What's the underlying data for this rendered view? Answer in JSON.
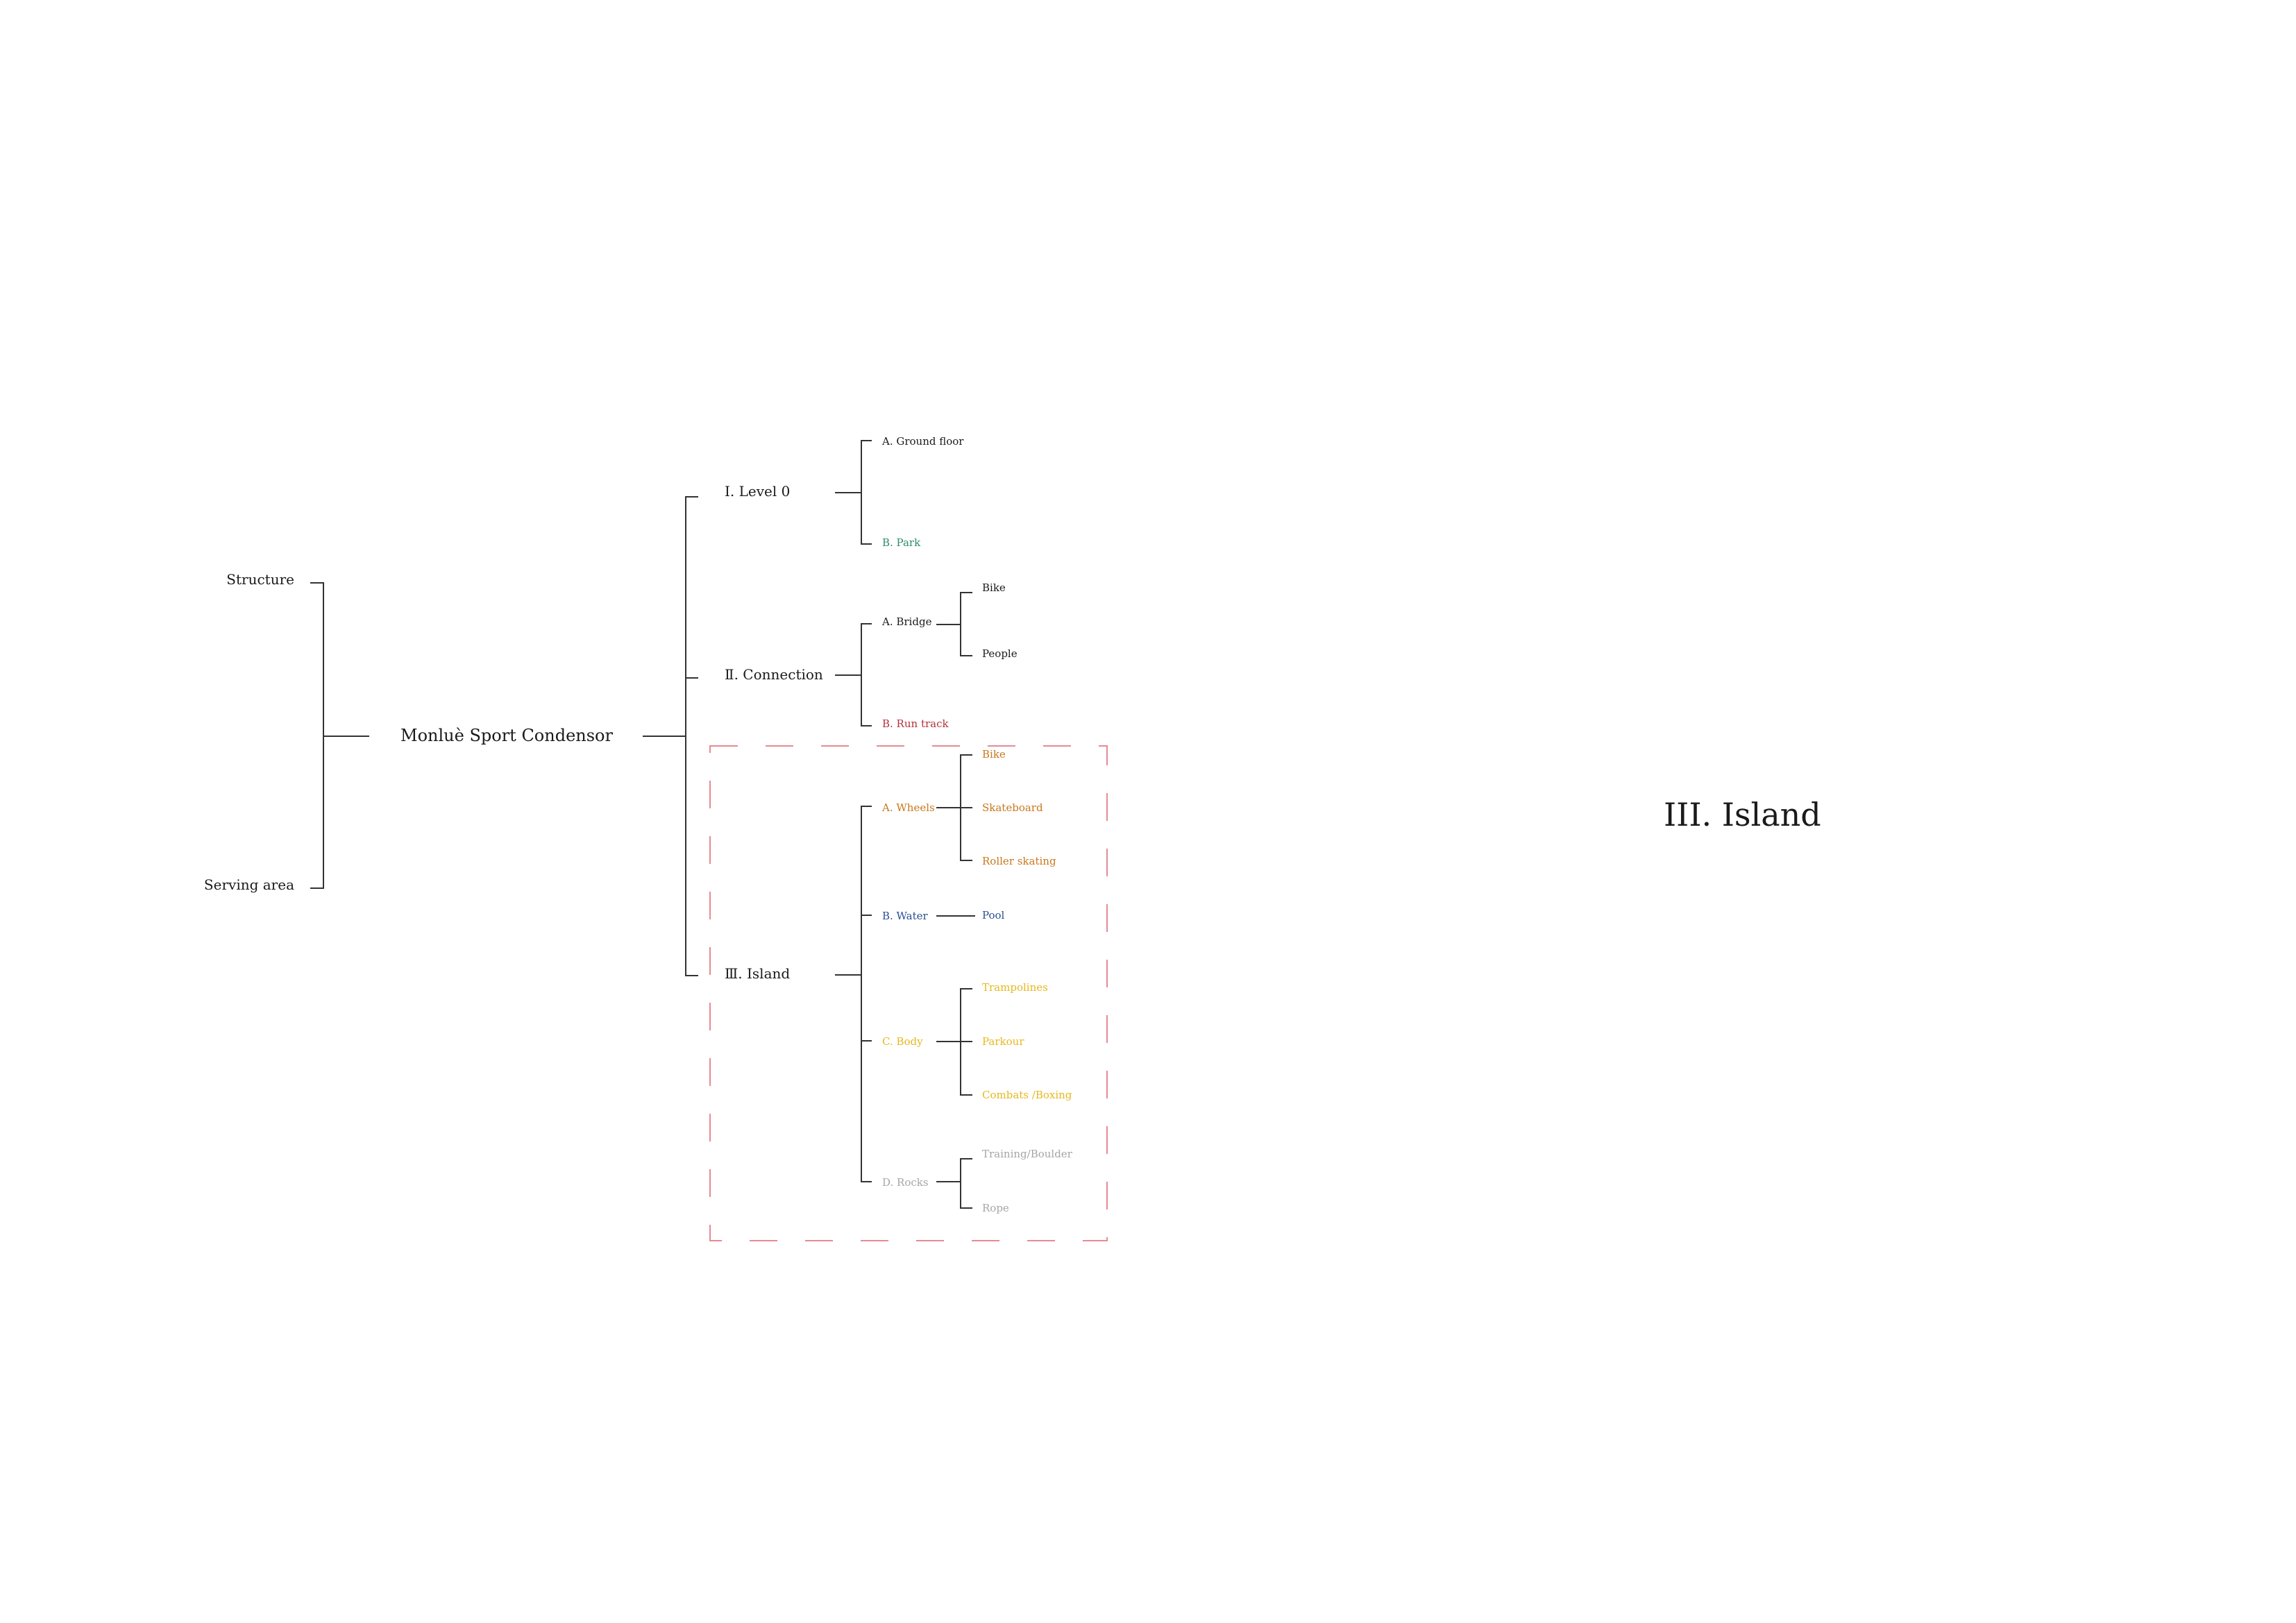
{
  "colors": {
    "line": "#333333",
    "text": "#1a1a1a",
    "green": "#2e8b6f",
    "red": "#b2333a",
    "orange": "#c8781e",
    "blue": "#2a4f93",
    "yellow": "#e6b81e",
    "gray": "#a6a6a6",
    "dashed_box": "#e58a95"
  },
  "tree": {
    "root": "Monluè Sport Condensor",
    "left": {
      "structure": "Structure",
      "serving_area": "Serving area"
    },
    "level0": {
      "label": "Ⅰ. Level 0",
      "ground_floor": "A. Ground floor",
      "park": "B. Park"
    },
    "connection": {
      "label": "Ⅱ. Connection",
      "bridge": "A. Bridge",
      "bridge_children": [
        "Bike",
        "People"
      ],
      "run_track": "B. Run track"
    },
    "island": {
      "label": "Ⅲ. Island",
      "wheels": "A. Wheels",
      "wheels_children": [
        "Bike",
        "Skateboard",
        "Roller skating"
      ],
      "water": "B. Water",
      "water_children": [
        "Pool"
      ],
      "body": "C. Body",
      "body_children": [
        "Trampolines",
        "Parkour",
        "Combats /Boxing"
      ],
      "rocks": "D. Rocks",
      "rocks_children": [
        "Training/Boulder",
        "Rope"
      ]
    }
  },
  "side_title": "III. Island"
}
